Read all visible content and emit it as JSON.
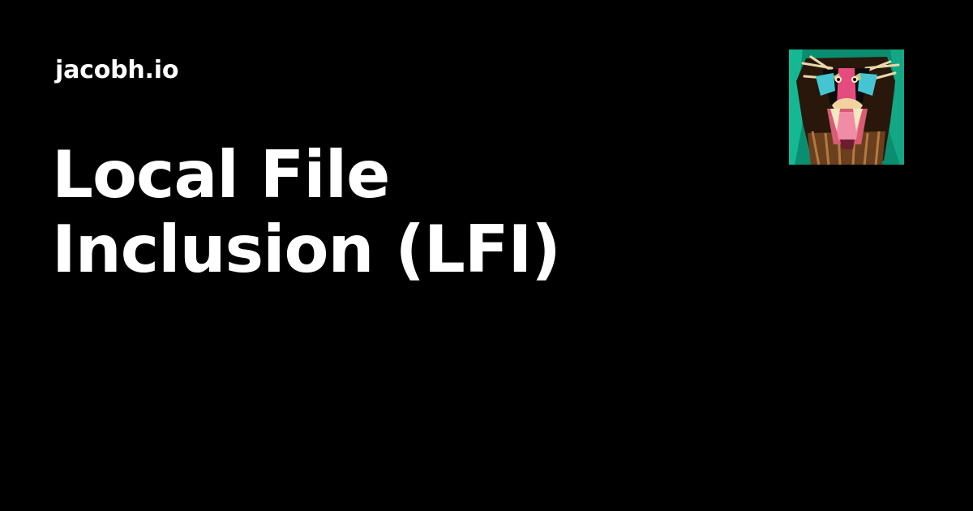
{
  "site": {
    "name": "jacobh.io"
  },
  "post": {
    "title_line_1": "Local File",
    "title_line_2": "Inclusion (LFI)"
  },
  "avatar": {
    "icon": "mandrill-artwork-icon"
  },
  "colors": {
    "background": "#000000",
    "text": "#ffffff"
  }
}
